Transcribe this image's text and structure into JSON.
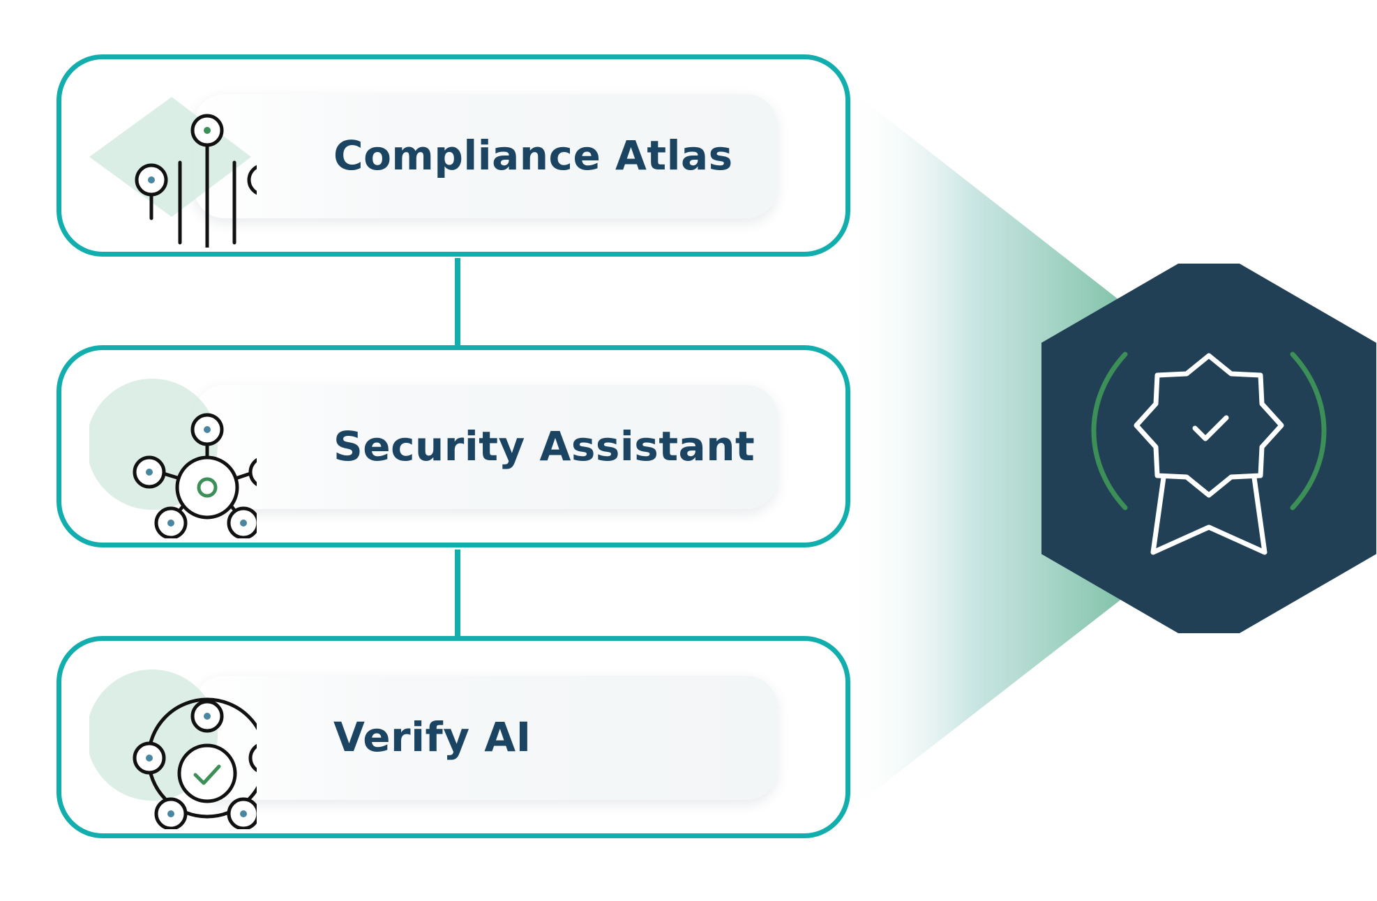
{
  "colors": {
    "card_border": "#12aeae",
    "label_text": "#1a4462",
    "badge_fill": "#213f55",
    "accent_green": "#3b8f57",
    "accent_blue": "#4a86a2"
  },
  "cards": [
    {
      "label": "Compliance Atlas",
      "icon": "search-pins-icon"
    },
    {
      "label": "Security Assistant",
      "icon": "network-hub-icon"
    },
    {
      "label": "Verify AI",
      "icon": "verified-network-icon"
    }
  ],
  "badge": {
    "icon": "award-ribbon-check-icon"
  }
}
